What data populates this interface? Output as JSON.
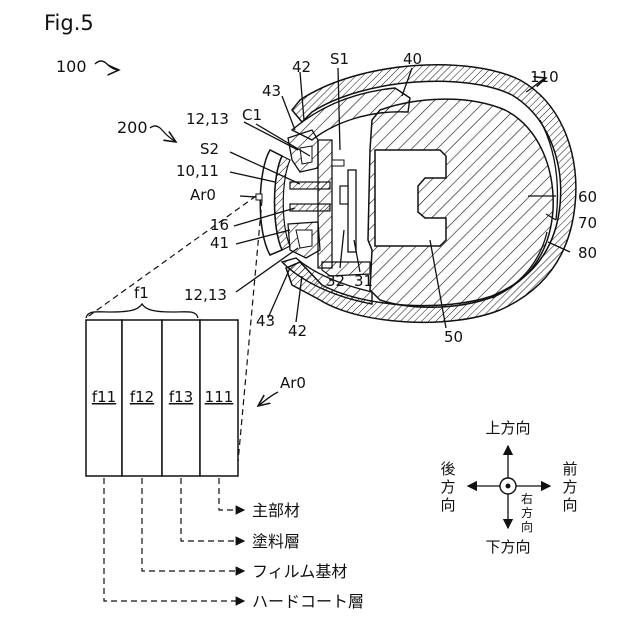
{
  "figure": {
    "title": "Fig.5",
    "refs": {
      "r100": "100",
      "r200": "200",
      "r110": "110",
      "s1": "S1",
      "r40": "40",
      "r42a": "42",
      "r43a": "43",
      "c1": "C1",
      "r1213a": "12,13",
      "s2": "S2",
      "r1011": "10,11",
      "ar0a": "Ar0",
      "r16": "16",
      "r41": "41",
      "r1213b": "12,13",
      "r32": "32",
      "r31": "31",
      "r60": "60",
      "r70": "70",
      "r80": "80",
      "r43b": "43",
      "r42b": "42",
      "r50": "50",
      "ar0b": "Ar0"
    },
    "layers": {
      "f1": "f1",
      "f11": "f11",
      "f12": "f12",
      "f13": "f13",
      "l111": "111"
    },
    "legend": {
      "main_member": "主部材",
      "paint_layer": "塗料層",
      "film_base": "フィルム基材",
      "hard_coat": "ハードコート層"
    },
    "directions": {
      "up": "上方向",
      "down": "下方向",
      "back": [
        "後",
        "方",
        "向"
      ],
      "front": [
        "前",
        "方",
        "向"
      ],
      "right": [
        "右",
        "方",
        "向"
      ]
    }
  }
}
